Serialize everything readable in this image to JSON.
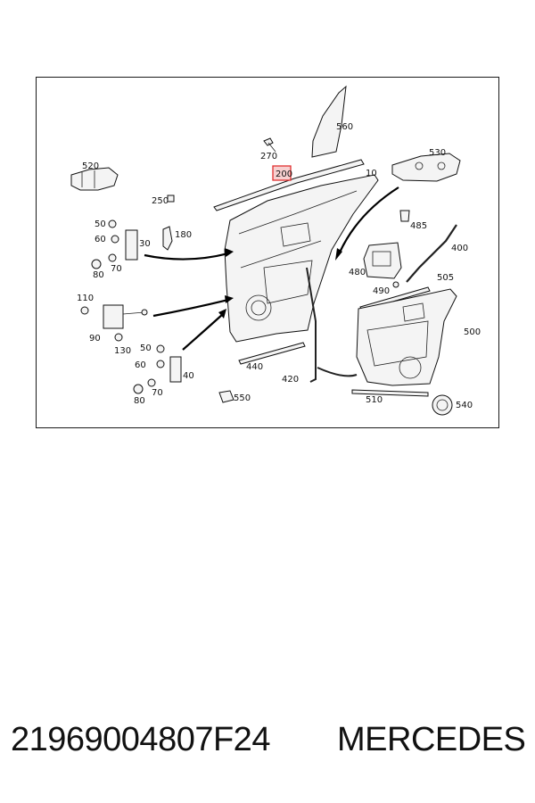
{
  "footer": {
    "part_number": "21969004807F24",
    "brand": "MERCEDES"
  },
  "callouts": {
    "c10": "10",
    "c30": "30",
    "c40": "40",
    "c50a": "50",
    "c50b": "50",
    "c60a": "60",
    "c60b": "60",
    "c70a": "70",
    "c70b": "70",
    "c80a": "80",
    "c80b": "80",
    "c90": "90",
    "c110": "110",
    "c130": "130",
    "c180": "180",
    "c200": "200",
    "c250": "250",
    "c270": "270",
    "c400": "400",
    "c420": "420",
    "c440": "440",
    "c480": "480",
    "c485": "485",
    "c490": "490",
    "c500": "500",
    "c505": "505",
    "c510": "510",
    "c520": "520",
    "c530": "530",
    "c540": "540",
    "c550": "550",
    "c560": "560"
  },
  "colors": {
    "highlight": "#e03030",
    "highlight_fill": "#f7d0d0",
    "line": "#111111"
  }
}
